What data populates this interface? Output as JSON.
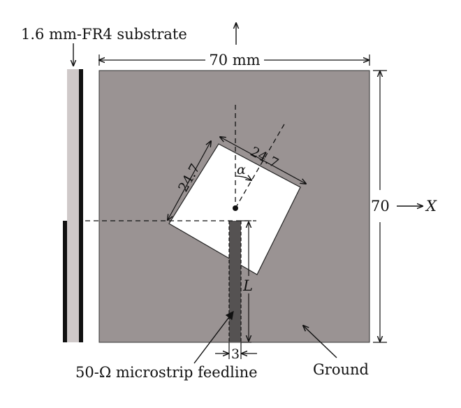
{
  "labels": {
    "substrate": "1.6 mm-FR4 substrate",
    "width_dim": "70 mm",
    "height_dim": "70",
    "x_axis": "X",
    "patch_side_a": "24.7",
    "patch_side_b": "24.7",
    "angle": "α",
    "feed_length": "L",
    "feed_width": "3",
    "feedline": "50-Ω microstrip feedline",
    "ground": "Ground"
  },
  "colors": {
    "ground": "#9a9393",
    "substrate": "#cfc9c9",
    "feedline": "#555252",
    "patch": "#ffffff",
    "ink": "#111111"
  }
}
